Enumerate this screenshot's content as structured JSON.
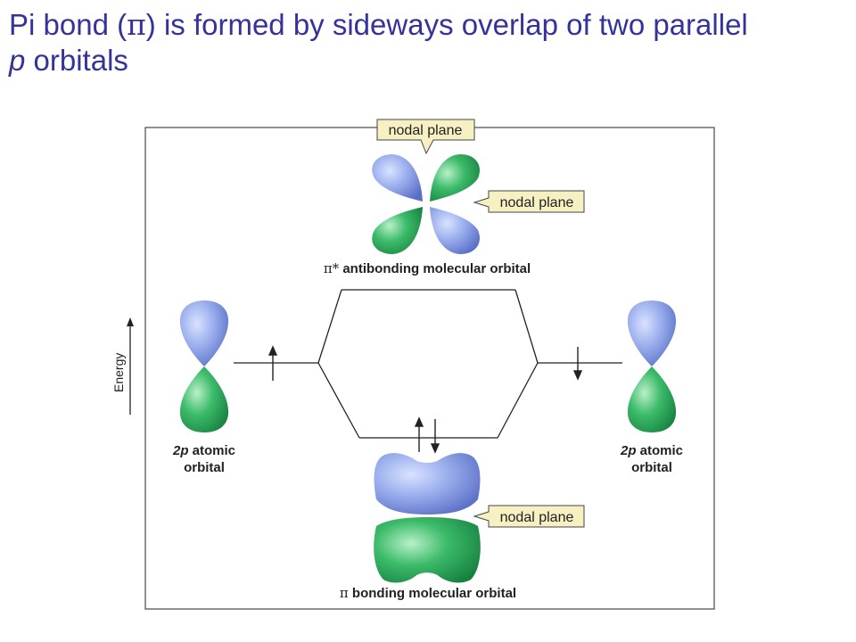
{
  "title": {
    "part1": "Pi bond (",
    "pi": "π",
    "part2": ") is formed by sideways overlap of two parallel",
    "line2_p": "p",
    "line2_rest": " orbitals"
  },
  "diagram": {
    "callout_top": "nodal plane",
    "callout_right": "nodal plane",
    "callout_bottom": "nodal plane",
    "antibonding_symbol": "π*",
    "antibonding_label": " antibonding molecular orbital",
    "bonding_symbol": "π",
    "bonding_label": " bonding molecular orbital",
    "energy_label": "Energy",
    "left_atomic_p": "2p",
    "left_atomic_rest": " atomic",
    "left_atomic_line2": "orbital",
    "right_atomic_p": "2p",
    "right_atomic_rest": " atomic",
    "right_atomic_line2": "orbital"
  },
  "colors": {
    "title": "#33339a",
    "lobe_blue": "#8fa6ea",
    "lobe_green": "#2fae5e",
    "callout_fill": "#f6f0c2"
  }
}
